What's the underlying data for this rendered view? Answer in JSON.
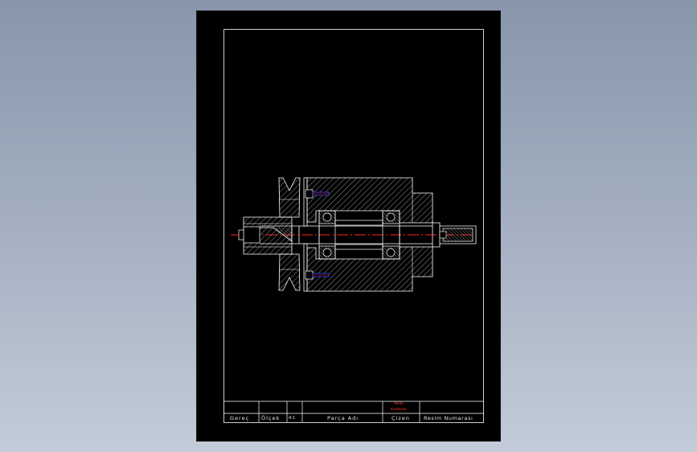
{
  "colors": {
    "background_top": "#8896ab",
    "background_bottom": "#c3ccd8",
    "sheet": "#000000",
    "line": "#ffffff",
    "hatch": "#cfcfcf",
    "centerline": "#ff2020",
    "bolt": "#3a4cff",
    "red_text": "#ff3030"
  },
  "title_block": {
    "material_label": "Gereç",
    "scale_label": "Ölçek",
    "scale_value": "4:1",
    "part_name_label": "Parça Adı",
    "drawn_by_label": "Çizen",
    "drawing_number_label": "Resim Numarası",
    "drawer_name_line1": "Melih",
    "drawer_name_line2": "Korkmaz"
  },
  "icons": {
    "bolt_top": "hex-bolt-icon",
    "bolt_bottom": "hex-bolt-icon"
  }
}
